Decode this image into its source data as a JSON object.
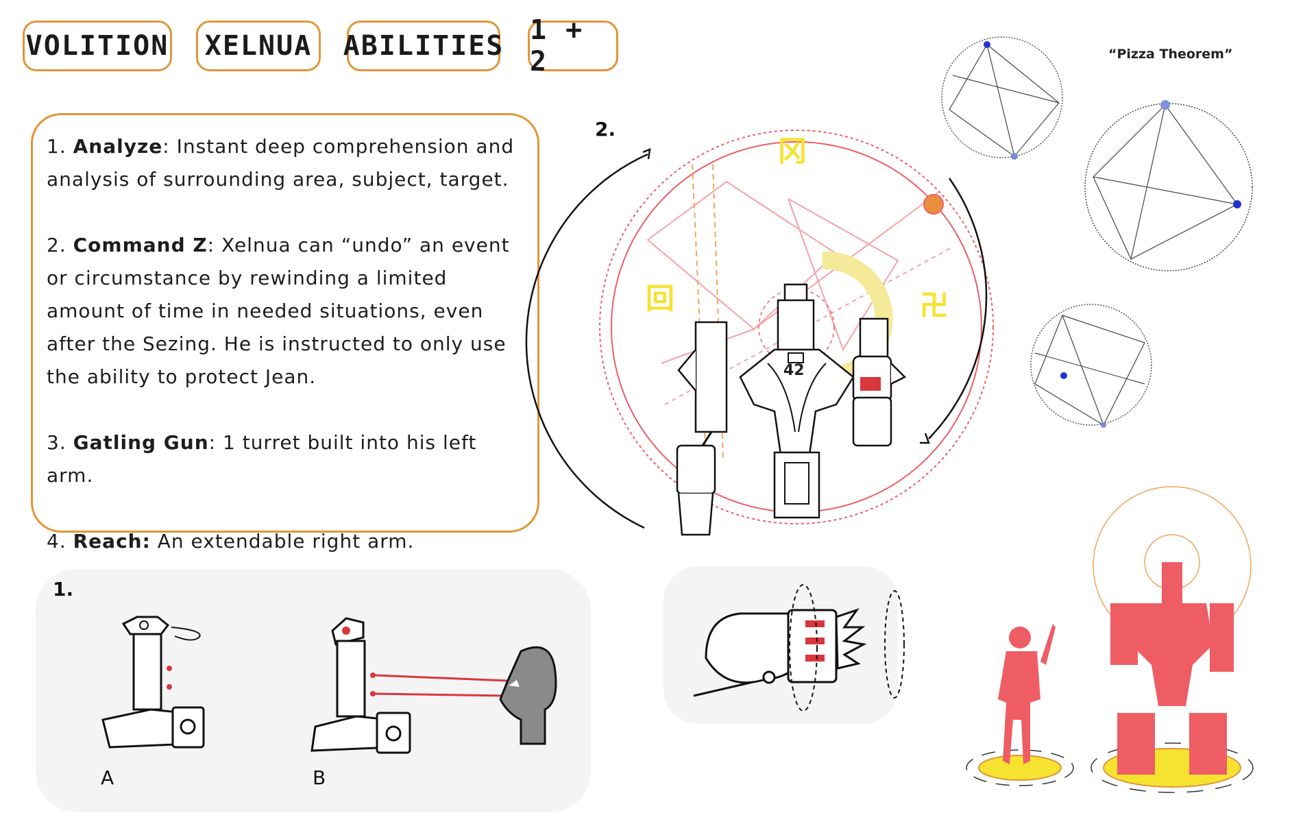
{
  "tags": [
    "VOLITION",
    "XELNUA",
    "ABILITIES",
    "1 + 2"
  ],
  "abilities": [
    {
      "num": "1.",
      "name": "Analyze",
      "sep": ":",
      "text": " Instant deep comprehension and analysis of surrounding area, subject, target."
    },
    {
      "num": "2.",
      "name": "Command Z",
      "sep": ":",
      "text": "  Xelnua can “undo” an event or circumstance by rewinding a limited amount of time in needed situations, even after the Sezing. He is instructed to only use the ability to protect Jean."
    },
    {
      "num": "3.",
      "name": "Gatling Gun",
      "sep": ":",
      "text": " 1 turret built into his left arm."
    },
    {
      "num": "4.",
      "name": "Reach:",
      "sep": "",
      "text": " An extendable right arm."
    }
  ],
  "diagram": {
    "label_1": "1.",
    "label_2": "2.",
    "caption_a": "A",
    "caption_b": "B",
    "robot_number": "42",
    "pizza_title": "“Pizza Theorem”"
  },
  "colors": {
    "accent": "#e0953a",
    "red": "#ef5d64",
    "yellow": "#f5e330",
    "panel": "#f4f4f4"
  }
}
